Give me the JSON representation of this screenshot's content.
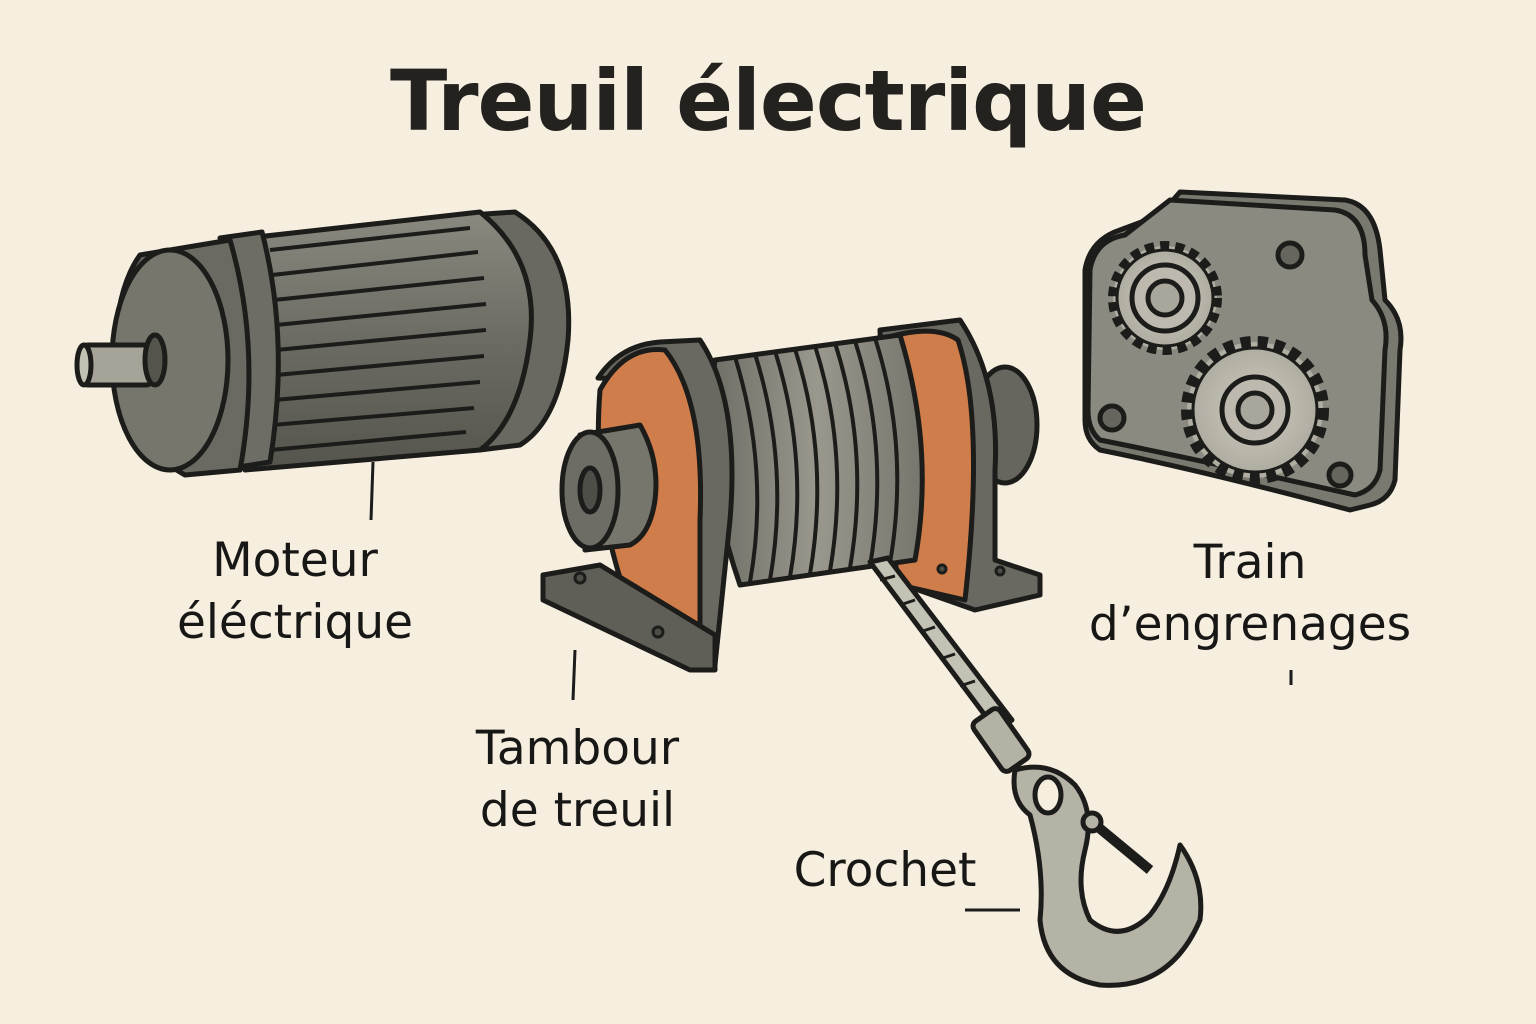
{
  "title": "Treuil électrique",
  "colors": {
    "background": "#f6eedf",
    "ink": "#1c1c1a",
    "metal_dark": "#5f5f57",
    "metal_mid": "#7c7b72",
    "metal_light": "#a8a69b",
    "flange_orange": "#cf7d4a"
  },
  "components": {
    "motor": {
      "icon": "electric-motor-icon",
      "label_lines": [
        "Moteur",
        "éléctrique"
      ]
    },
    "drum": {
      "icon": "winch-drum-icon",
      "label_lines": [
        "Tambour",
        "de treuil"
      ]
    },
    "gears": {
      "icon": "gear-train-icon",
      "label_lines": [
        "Train",
        "d’engrenages"
      ]
    },
    "hook": {
      "icon": "hook-icon",
      "label_lines": [
        "Crochet"
      ]
    }
  }
}
